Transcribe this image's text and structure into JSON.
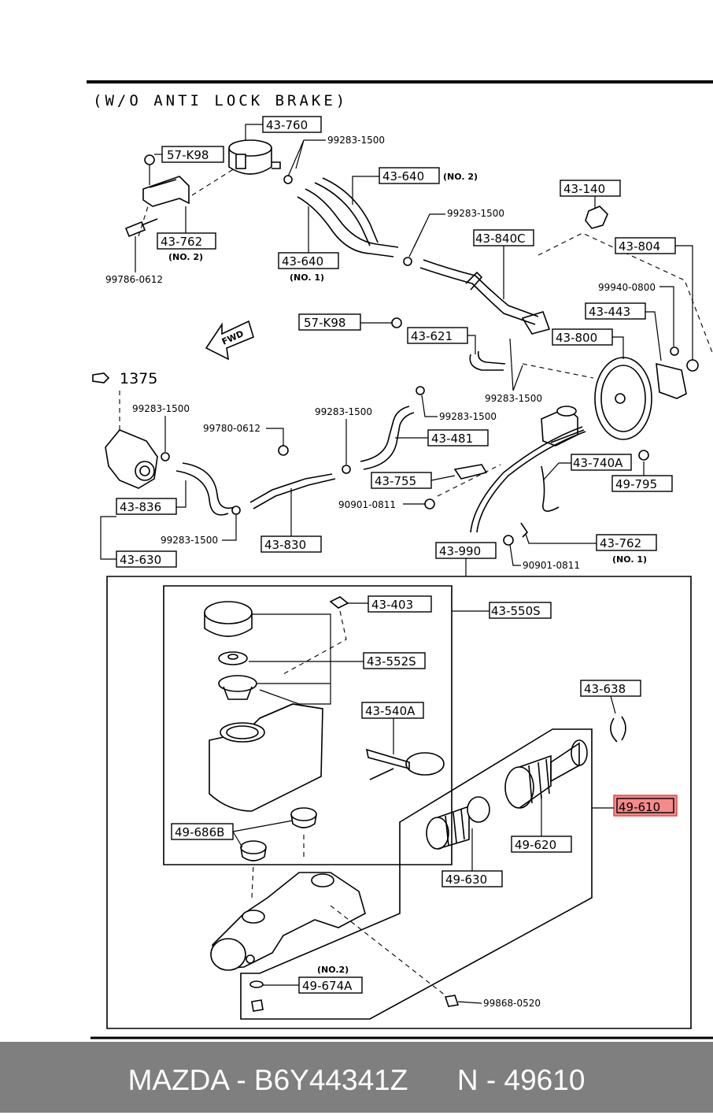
{
  "title": "(W/O ANTI LOCK BRAKE)",
  "fwd_label": "FWD",
  "group_1375": "1375",
  "callouts": {
    "c43_760": "43-760",
    "c57_k98_top": "57-K98",
    "c43_762_no2": "43-762",
    "c43_640_no2": "43-640",
    "c43_640_no1": "43-640",
    "c43_140": "43-140",
    "c43_840c": "43-840C",
    "c43_804": "43-804",
    "c57_k98_mid": "57-K98",
    "c43_621": "43-621",
    "c43_443": "43-443",
    "c43_800": "43-800",
    "c43_481": "43-481",
    "c43_755": "43-755",
    "c43_740a": "43-740A",
    "c49_795": "49-795",
    "c43_836": "43-836",
    "c43_830": "43-830",
    "c43_630": "43-630",
    "c43_990": "43-990",
    "c43_762_no1": "43-762",
    "c43_403": "43-403",
    "c43_550s": "43-550S",
    "c43_552s": "43-552S",
    "c43_540a": "43-540A",
    "c43_638": "43-638",
    "c49_610": "49-610",
    "c49_686b": "49-686B",
    "c49_620": "49-620",
    "c49_630": "49-630",
    "c49_674a": "49-674A"
  },
  "part_numbers": {
    "p99283_1500_a": "99283-1500",
    "p99283_1500_b": "99283-1500",
    "p99786_0612": "99786-0612",
    "p99940_0800": "99940-0800",
    "p99283_1500_c": "99283-1500",
    "p99283_1500_d": "99283-1500",
    "p99780_0612": "99780-0612",
    "p99283_1500_e": "99283-1500",
    "p99283_1500_f": "99283-1500",
    "p90901_0811_a": "90901-0811",
    "p99283_1500_g": "99283-1500",
    "p90901_0811_b": "90901-0811",
    "p99868_0520": "99868-0520"
  },
  "notes": {
    "no2_43_640": "(NO. 2)",
    "no2_43_762": "(NO. 2)",
    "no1_43_640": "(NO. 1)",
    "no1_43_762": "(NO. 1)",
    "no2_49_674a": "(NO.2)"
  },
  "highlight_color": "#f48a8a",
  "footer": {
    "brand_part": "MAZDA - B6Y44341Z",
    "ref": "N - 49610"
  }
}
